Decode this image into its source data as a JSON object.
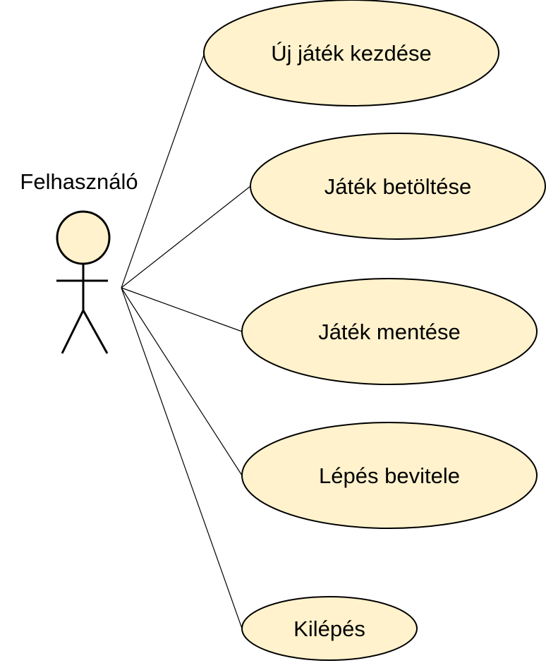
{
  "colors": {
    "fill": "#fff2cc",
    "stroke": "#000000",
    "background": "#ffffff"
  },
  "actor": {
    "name": "Felhasználó",
    "icon": "stick-figure-icon"
  },
  "use_cases": [
    {
      "label": "Új játék kezdése"
    },
    {
      "label": "Játék betöltése"
    },
    {
      "label": "Játék mentése"
    },
    {
      "label": "Lépés bevitele"
    },
    {
      "label": "Kilépés"
    }
  ]
}
